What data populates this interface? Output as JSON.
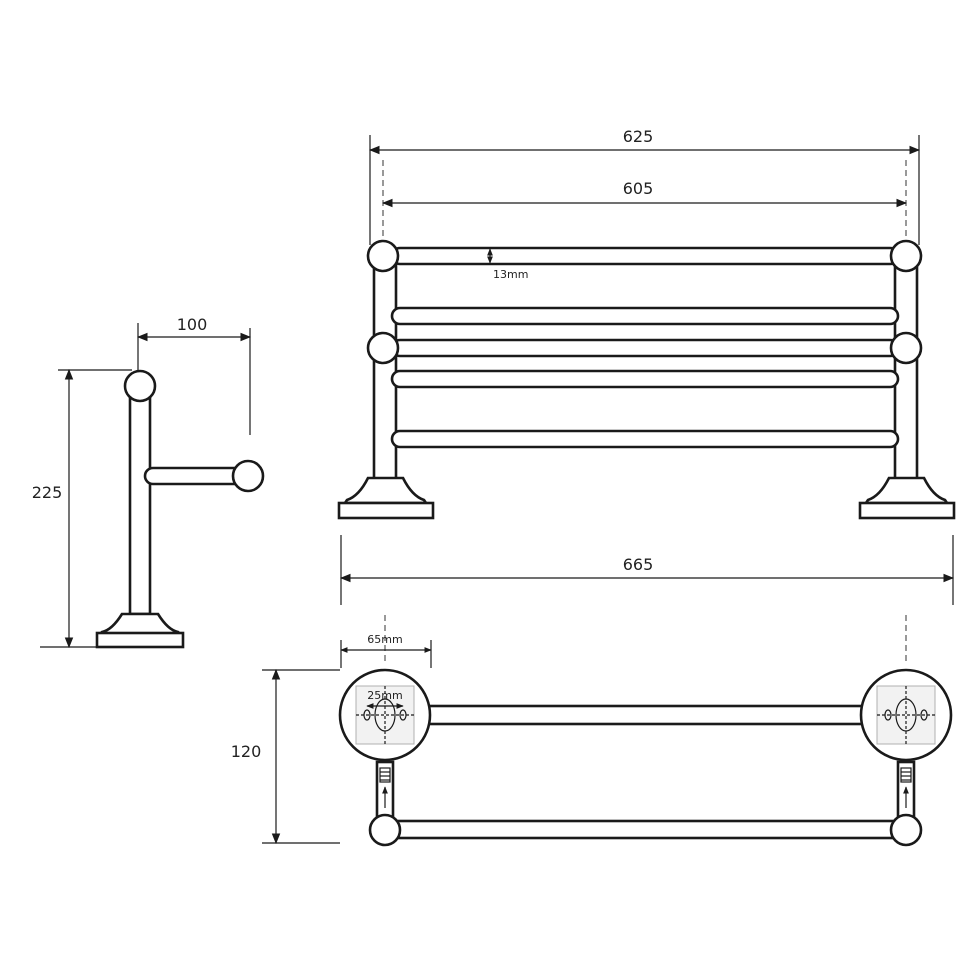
{
  "dimensions": {
    "side_width": "100",
    "side_height": "225",
    "outer_width": "625",
    "inner_width": "605",
    "rail_thickness": "13mm",
    "base_width": "665",
    "depth": "120",
    "flange_diameter": "65mm",
    "fixing_spacing": "25mm"
  }
}
